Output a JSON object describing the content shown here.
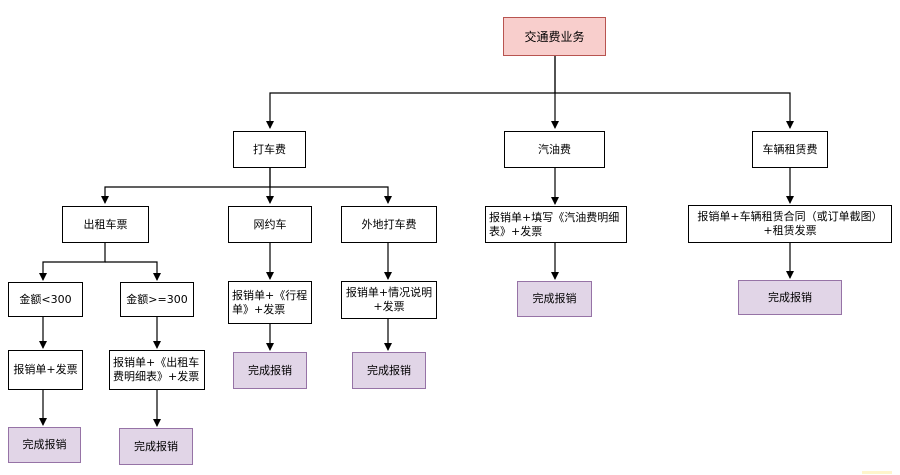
{
  "diagram": {
    "root": "交通费业务",
    "taxi": "打车费",
    "fuel": "汽油费",
    "rental": "车辆租赁费",
    "taxi_ticket": "出租车票",
    "ride_hailing": "网约车",
    "out_of_town_taxi": "外地打车费",
    "amount_lt_300": "金额<300",
    "amount_ge_300": "金额>=300",
    "docs_lt_300": "报销单+发票",
    "docs_ge_300": "报销单+《出租车\n费明细表》+发票",
    "docs_ride_hailing": "报销单+《行程\n单》+发票",
    "docs_out_of_town": "报销单+情况说明\n+发票",
    "docs_fuel": "报销单+填写《汽油费明细\n表》+发票",
    "docs_rental": "报销单+车辆租赁合同（或订单截图）\n+租赁发票",
    "complete": "完成报销"
  }
}
